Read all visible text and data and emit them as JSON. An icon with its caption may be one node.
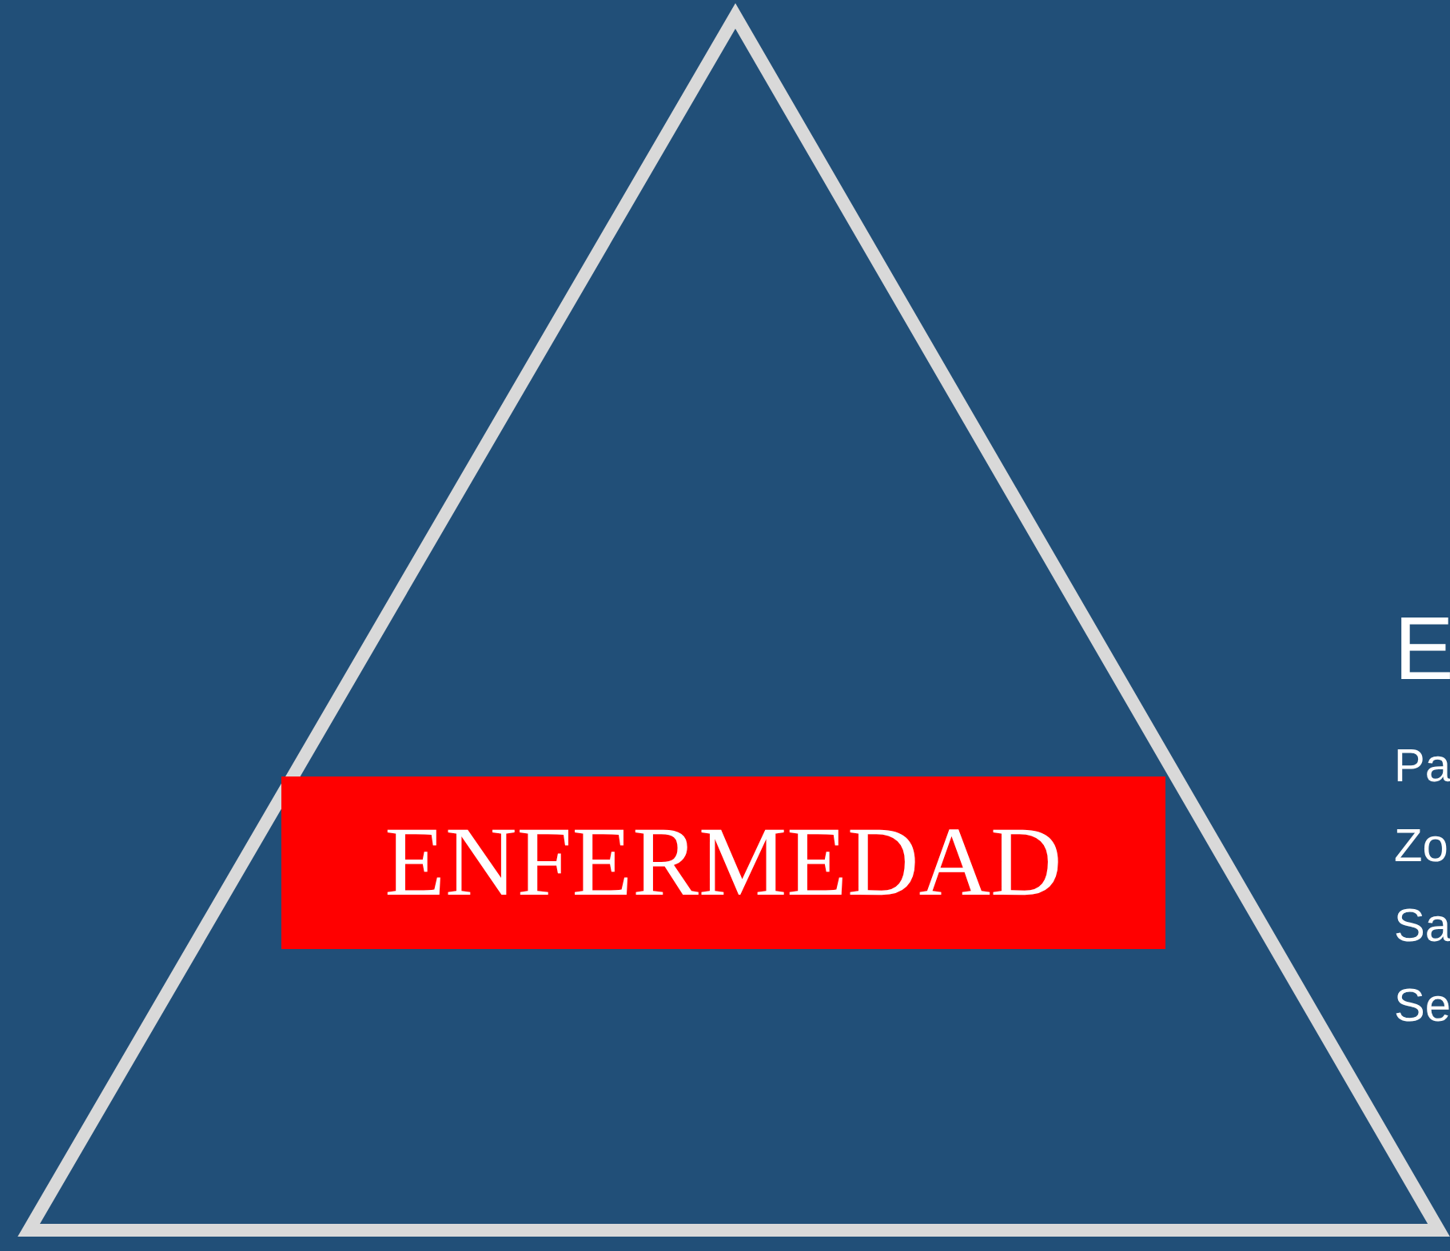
{
  "diagram": {
    "nodes": [
      {
        "text": [],
        "shape": "triangle"
      },
      {
        "text": [
          "ENFERMEDAD"
        ],
        "in": 0
      }
    ],
    "labels": [
      "E",
      "Pa",
      "Zo",
      "Sa",
      "Se"
    ]
  }
}
